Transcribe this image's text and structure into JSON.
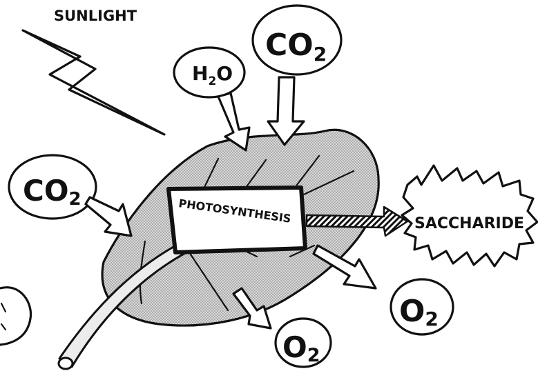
{
  "labels": {
    "sunlight": "SUNLIGHT",
    "h2o_main": "H",
    "h2o_sub": "2",
    "h2o_tail": "O",
    "co2_top_main": "CO",
    "co2_top_sub": "2",
    "co2_left_main": "CO",
    "co2_left_sub": "2",
    "process": "PHOTOSYNTHESIS",
    "product": "SACCHARIDE",
    "o2_right_main": "O",
    "o2_right_sub": "2",
    "o2_bottom_main": "O",
    "o2_bottom_sub": "2"
  },
  "colors": {
    "ink": "#111111",
    "leaf_shade": "#cfcfcf",
    "paper": "#ffffff"
  }
}
